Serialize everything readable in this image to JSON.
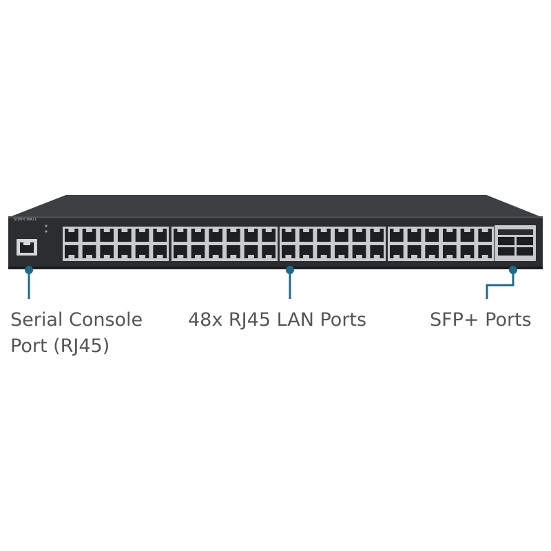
{
  "device": {
    "brand": "SONICWALL",
    "port_count_lan": 48,
    "port_count_sfp": 4,
    "colors": {
      "chassis_top": "#3d3f42",
      "chassis_front": "#2a2c2f",
      "port_frame": "#c9cbcc",
      "callout": "#1f6a8a"
    }
  },
  "callouts": {
    "console": {
      "line1": "Serial Console",
      "line2": "Port (RJ45)"
    },
    "lan": "48x RJ45 LAN Ports",
    "sfp": "SFP+ Ports"
  }
}
